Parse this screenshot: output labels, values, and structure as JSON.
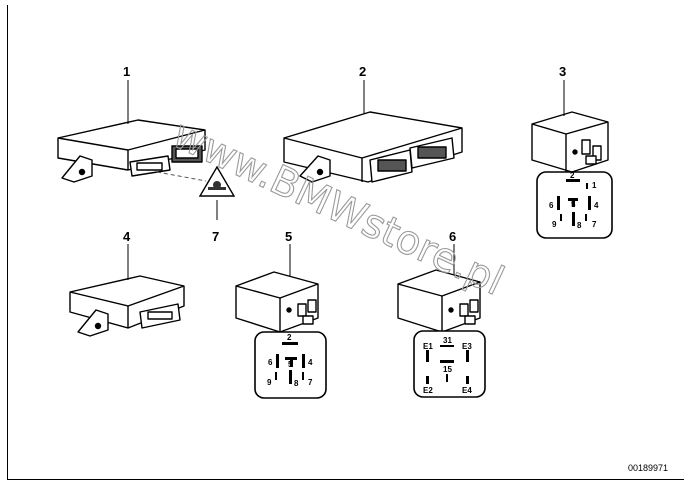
{
  "callouts": [
    "1",
    "2",
    "3",
    "4",
    "5",
    "6",
    "7"
  ],
  "pin_diagram_3": [
    "2",
    "1",
    "6",
    "5",
    "4",
    "9",
    "8",
    "7"
  ],
  "pin_diagram_5": [
    "2",
    "6",
    "5",
    "4",
    "9",
    "8",
    "7"
  ],
  "pin_diagram_6": [
    "31",
    "E1",
    "E3",
    "15",
    "E2",
    "E4"
  ],
  "watermark": "www.BMWstore.pl",
  "reference_number": "00189971"
}
